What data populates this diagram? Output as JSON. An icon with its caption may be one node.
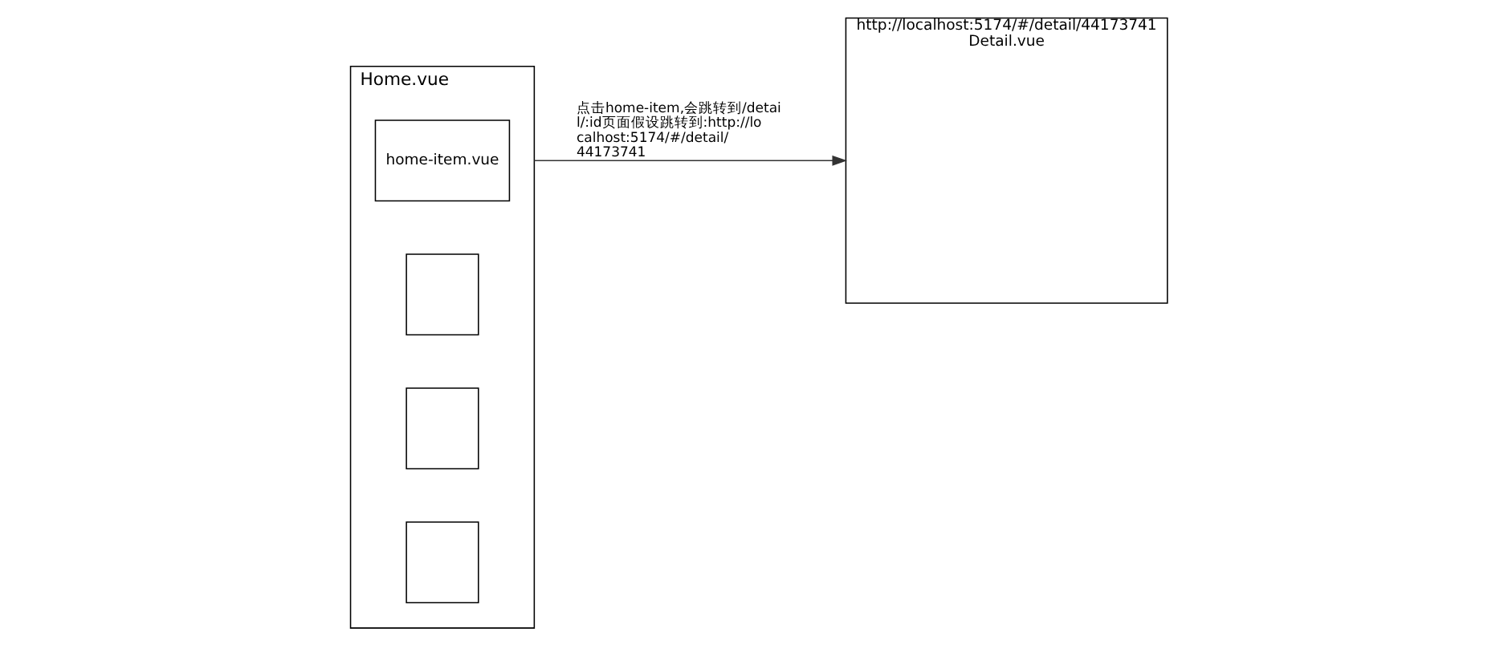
{
  "diagram": {
    "nodes": [
      {
        "text": [
          "Home.vue"
        ]
      },
      {
        "text": [
          "home-item.vue"
        ],
        "in": 0
      },
      {
        "text": [],
        "shape": "box",
        "in": 0
      },
      {
        "text": [],
        "shape": "box",
        "in": 0
      },
      {
        "text": [],
        "shape": "box",
        "in": 0
      },
      {
        "text": [
          "http://localhost:5174/#/detail/44173741",
          "Detail.vue"
        ]
      }
    ],
    "edges": [
      {
        "from": 0,
        "to": 5,
        "arrow": "to",
        "label": "点击home-item,会跳转到/detail/:id页面假设跳转到:http://localhost:5174/#/detail/44173741"
      }
    ]
  }
}
